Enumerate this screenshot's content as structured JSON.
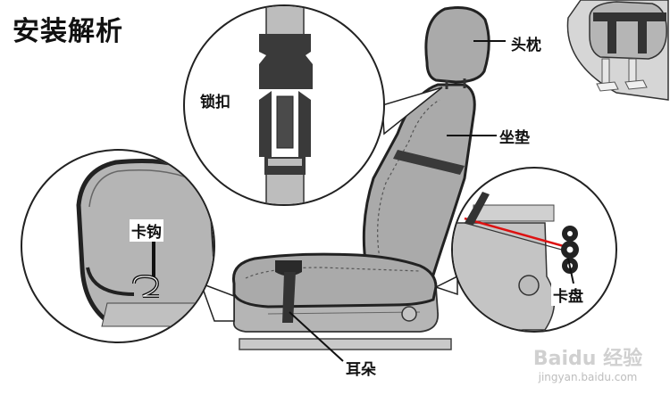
{
  "title": "安装解析",
  "labels": {
    "headrest": "头枕",
    "buckle": "锁扣",
    "seat_pad": "坐垫",
    "hook": "卡钩",
    "ear": "耳朵",
    "clip": "卡盘"
  },
  "watermark": {
    "brand": "Baidu 经验",
    "url": "jingyan.baidu.com"
  }
}
